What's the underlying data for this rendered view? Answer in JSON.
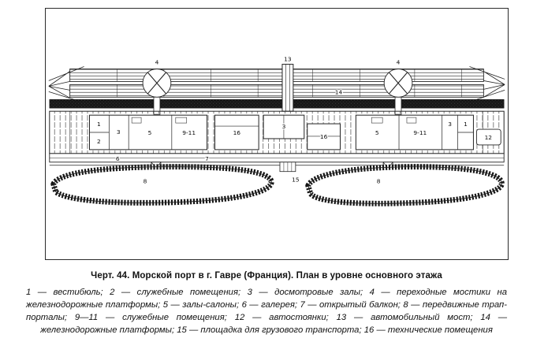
{
  "figure": {
    "caption": "Черт. 44. Морской порт в г. Гавре (Франция). План в уровне основного этажа",
    "legend": "1 — вестибюль; 2 — служебные помещения; 3 — досмотровые залы; 4 — переходные мостики на железнодорожные платформы; 5 — залы-салоны; 6 — галерея; 7 — открытый балкон; 8 — передвижные трап-порталы; 9—11 — служебные помещения; 12 — автостоянки; 13 — автомобильный мост; 14 — железнодорожные платформы; 15 — площадка для грузового транспорта; 16 — технические помещения",
    "plan_labels": [
      {
        "text": "4"
      },
      {
        "text": "13"
      },
      {
        "text": "4"
      },
      {
        "text": "14"
      },
      {
        "text": "1"
      },
      {
        "text": "2"
      },
      {
        "text": "3"
      },
      {
        "text": "5"
      },
      {
        "text": "9-11"
      },
      {
        "text": "16"
      },
      {
        "text": "3"
      },
      {
        "text": "16"
      },
      {
        "text": "5"
      },
      {
        "text": "9-11"
      },
      {
        "text": "3"
      },
      {
        "text": "1"
      },
      {
        "text": "12"
      },
      {
        "text": "6"
      },
      {
        "text": "7"
      },
      {
        "text": "8"
      },
      {
        "text": "8"
      },
      {
        "text": "15"
      }
    ],
    "colors": {
      "ink": "#111111",
      "hatch": "#4a4a4a",
      "quay_dark": "#181818"
    }
  }
}
